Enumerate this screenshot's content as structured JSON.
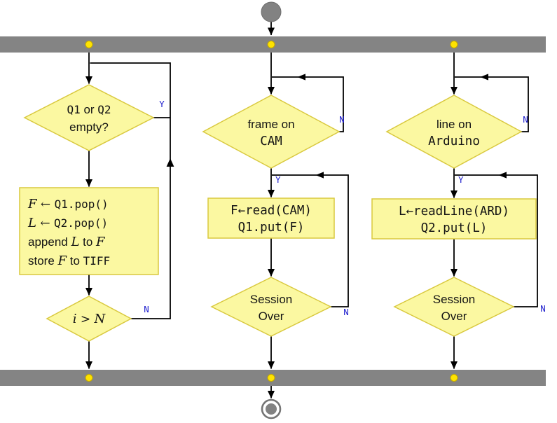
{
  "colors": {
    "node_fill": "#FBF8A1",
    "node_border": "#D9C93F",
    "bar_gray": "#848484",
    "dot_yellow": "#FFE300",
    "branch_label_blue": "#2121CE",
    "line_black": "#000000",
    "terminal_gray": "#828282"
  },
  "left": {
    "decision_empty": {
      "l1a": "Q1",
      "l1b": " or ",
      "l1c": "Q2",
      "l2": "empty?",
      "yes": "Y"
    },
    "process": {
      "l1a": "F",
      "l1b": " ← ",
      "l1c": "Q1.pop()",
      "l2a": "L",
      "l2b": " ← ",
      "l2c": "Q2.pop()",
      "l3a": "append ",
      "l3b": "L",
      "l3c": " to ",
      "l3d": "F",
      "l4a": "store ",
      "l4b": "F",
      "l4c": " to ",
      "l4d": "TIFF"
    },
    "decision_count": {
      "a": "i",
      "b": " > ",
      "c": "N",
      "no": "N"
    }
  },
  "middle": {
    "decision_frame": {
      "l1": "frame on",
      "l2": "CAM",
      "no": "N"
    },
    "yes": "Y",
    "process": {
      "l1": "F←read(CAM)",
      "l2": "Q1.put(F)"
    },
    "decision_session": {
      "l1": "Session",
      "l2": "Over",
      "no": "N"
    }
  },
  "right": {
    "decision_line": {
      "l1": "line on",
      "l2": "Arduino",
      "no": "N"
    },
    "yes": "Y",
    "process": {
      "l1": "L←readLine(ARD)",
      "l2": "Q2.put(L)"
    },
    "decision_session": {
      "l1": "Session",
      "l2": "Over",
      "no": "N"
    }
  }
}
